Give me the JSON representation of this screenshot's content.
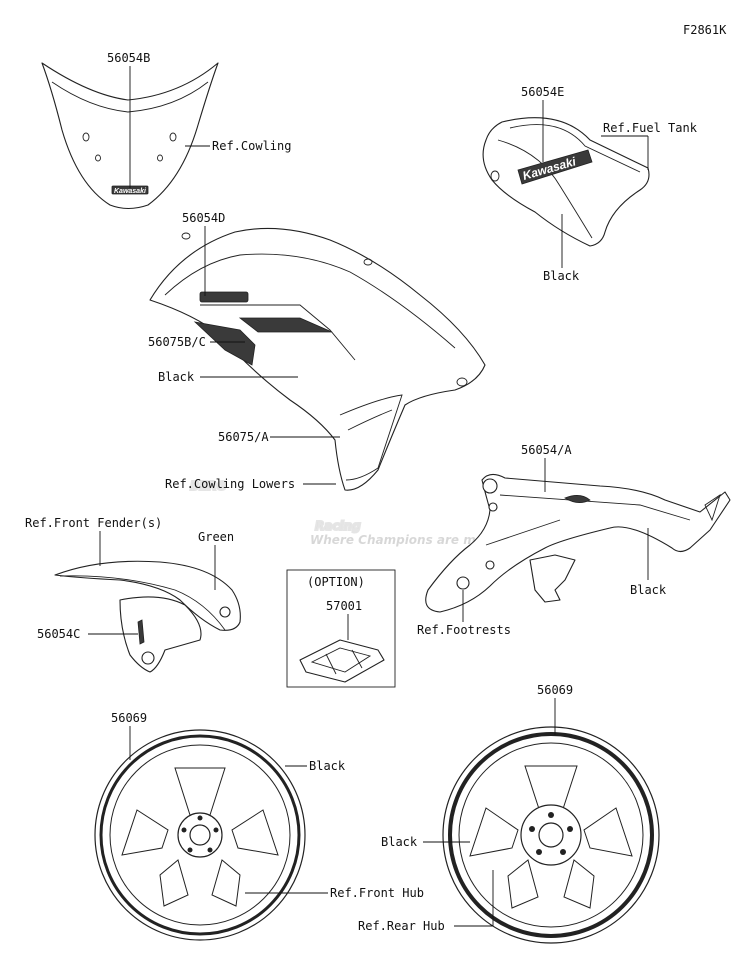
{
  "figure_id": "F2861K",
  "watermark": {
    "brand_top": "BERG",
    "brand_bottom": "Racing",
    "tagline": "Where Champions are made"
  },
  "labels": {
    "p56054B": "56054B",
    "ref_cowling": "Ref.Cowling",
    "p56054E": "56054E",
    "ref_fuel_tank": "Ref.Fuel Tank",
    "black_tank": "Black",
    "p56054D": "56054D",
    "p56075BC": "56075B/C",
    "black_cowl": "Black",
    "p56075A": "56075/A",
    "ref_cowling_lowers": "Ref.Cowling Lowers",
    "p56054A": "56054/A",
    "ref_front_fenders": "Ref.Front Fender(s)",
    "green": "Green",
    "p56054C": "56054C",
    "option": "(OPTION)",
    "p57001": "57001",
    "ref_footrests": "Ref.Footrests",
    "black_frame": "Black",
    "p56069_front": "56069",
    "black_front_wheel": "Black",
    "ref_front_hub": "Ref.Front Hub",
    "p56069_rear": "56069",
    "black_rear_wheel": "Black",
    "ref_rear_hub": "Ref.Rear Hub"
  },
  "decal_texts": {
    "windshield_logo": "Kawasaki",
    "tank_logo": "Kawasaki"
  }
}
